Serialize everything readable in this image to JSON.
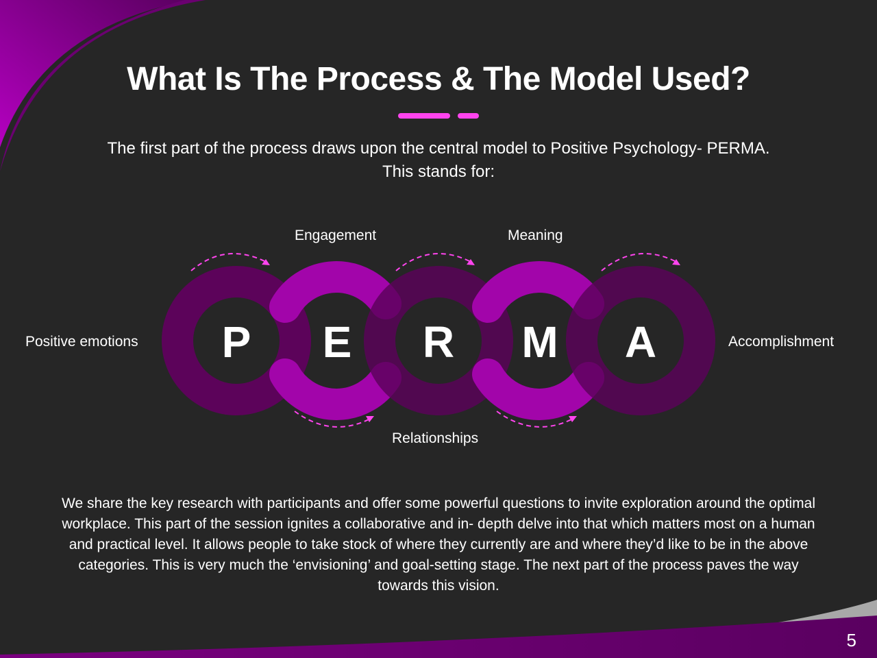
{
  "slide": {
    "title": "What Is The Process & The Model Used?",
    "intro_line1": "The first part of the process draws upon the central model to Positive Psychology- PERMA.",
    "intro_line2": "This stands for:",
    "page_number": "5",
    "colors": {
      "background": "#262626",
      "accent": "#ff44ee",
      "ring_dark": "#5c035a",
      "ring_bright": "#a205aa"
    }
  },
  "perma": {
    "letters": [
      "P",
      "E",
      "R",
      "M",
      "A"
    ],
    "labels": {
      "p": "Positive emotions",
      "e": "Engagement",
      "r": "Relationships",
      "m": "Meaning",
      "a": "Accomplishment"
    }
  },
  "body_text": "We share the key research with participants and offer some powerful questions to invite exploration around the optimal workplace. This part of the session ignites a collaborative and in- depth delve into that which matters most on a human and practical level. It allows people to take stock of where they currently are and where they’d like to be in the above categories. This is very much the ‘envisioning’ and goal-setting stage. The next part of the process paves the way towards this vision."
}
